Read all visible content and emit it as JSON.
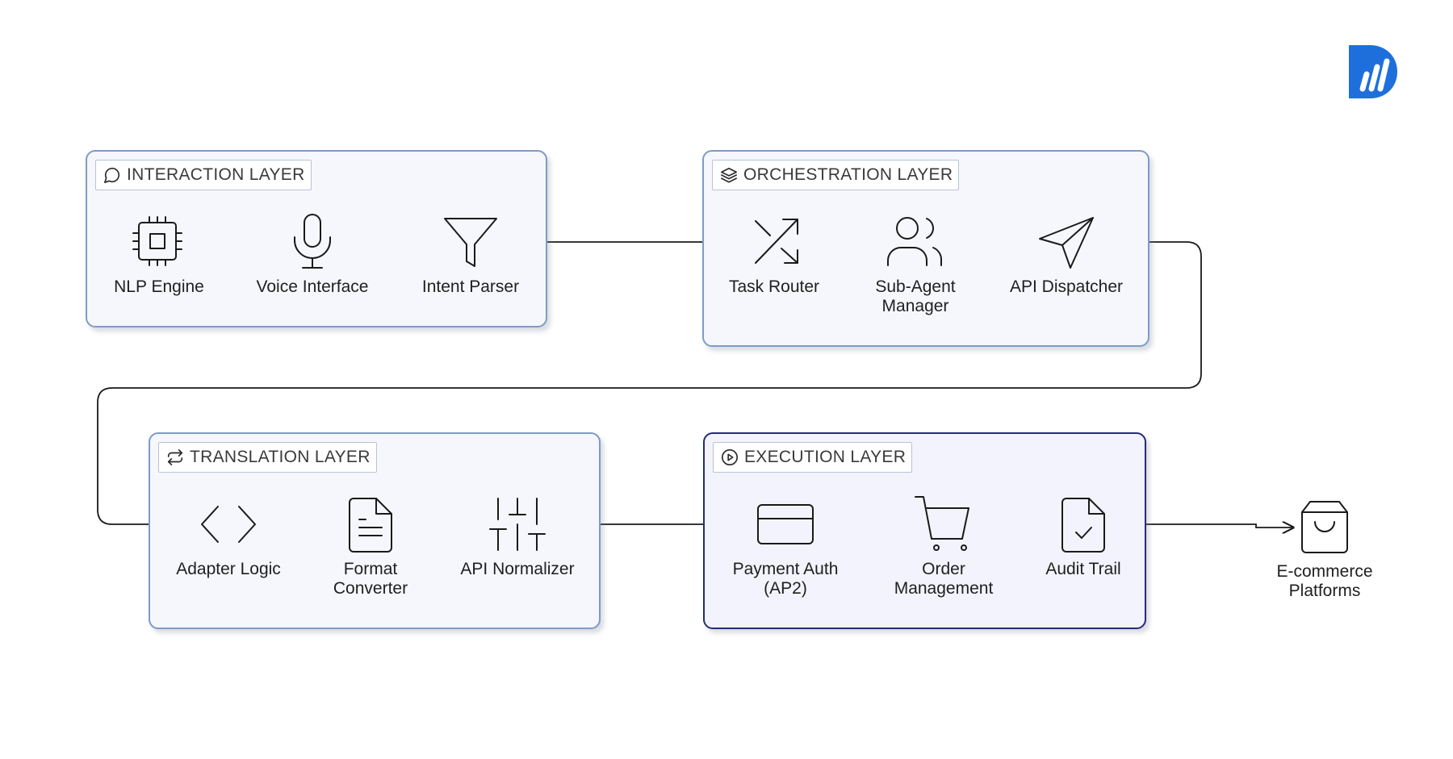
{
  "brand": {
    "color": "#1e6fdc",
    "icon": "logo-icon"
  },
  "layers": [
    {
      "id": "interaction",
      "title": "INTERACTION LAYER",
      "icon": "chat-bubble-icon",
      "nodes": [
        {
          "label": "NLP Engine",
          "icon": "cpu-chip-icon"
        },
        {
          "label": "Voice Interface",
          "icon": "microphone-icon"
        },
        {
          "label": "Intent Parser",
          "icon": "funnel-icon"
        }
      ]
    },
    {
      "id": "orchestration",
      "title": "ORCHESTRATION LAYER",
      "icon": "layers-stack-icon",
      "nodes": [
        {
          "label": "Task Router",
          "icon": "shuffle-icon"
        },
        {
          "label": "Sub-Agent\nManager",
          "icon": "users-icon"
        },
        {
          "label": "API Dispatcher",
          "icon": "send-icon"
        }
      ]
    },
    {
      "id": "translation",
      "title": "TRANSLATION LAYER",
      "icon": "repeat-arrows-icon",
      "nodes": [
        {
          "label": "Adapter Logic",
          "icon": "code-brackets-icon"
        },
        {
          "label": "Format\nConverter",
          "icon": "document-icon"
        },
        {
          "label": "API Normalizer",
          "icon": "sliders-icon"
        }
      ]
    },
    {
      "id": "execution",
      "title": "EXECUTION LAYER",
      "icon": "play-circle-icon",
      "nodes": [
        {
          "label": "Payment Auth\n(AP2)",
          "icon": "credit-card-icon"
        },
        {
          "label": "Order\nManagement",
          "icon": "shopping-cart-icon"
        },
        {
          "label": "Audit Trail",
          "icon": "file-check-icon"
        }
      ]
    }
  ],
  "external": {
    "label": "E-commerce\nPlatforms",
    "icon": "shopping-bag-icon"
  },
  "colors": {
    "line": "#1a1a1a",
    "layer_border": "#7e9bc7",
    "exec_border": "#262a78",
    "layer_fill": "#f5f7fc"
  }
}
